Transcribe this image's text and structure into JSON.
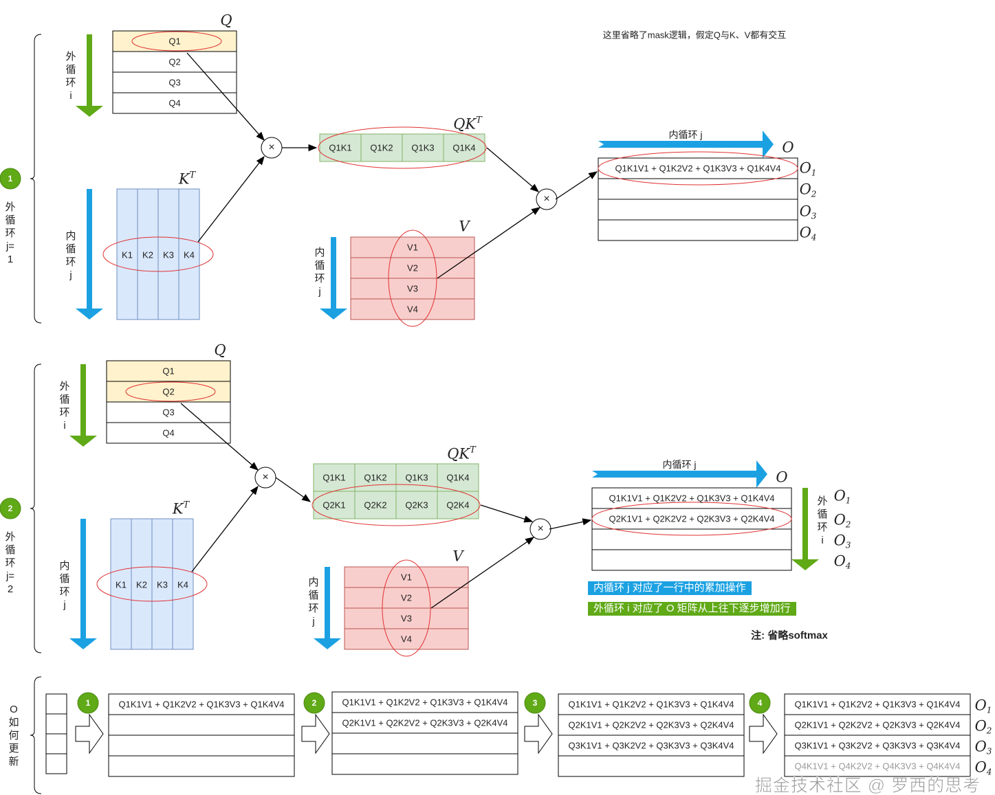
{
  "note_top": "这里省略了mask逻辑，假定Q与K、V都有交互",
  "times": "×",
  "colors": {
    "q_highlight": "#fff2cc",
    "k_fill": "#dae8fc",
    "qk_fill": "#d5e8d4",
    "v_fill": "#f8cecc",
    "badge": "#60a917",
    "blue_arrow": "#1ba1e2",
    "green_arrow": "#60a917",
    "ellipse": "#e03030"
  },
  "panels": [
    {
      "badge": "1",
      "outer_label": "外循环j=1",
      "outer_i": "外循环i",
      "inner_j": "内循环j",
      "q": {
        "label": "Q",
        "rows": [
          "Q1",
          "Q2",
          "Q3",
          "Q4"
        ]
      },
      "kt": {
        "label": "K",
        "sup": "T",
        "cols": [
          "K1",
          "K2",
          "K3",
          "K4"
        ]
      },
      "qkt": {
        "label": "QK",
        "sup": "T",
        "rows": [
          [
            "Q1K1",
            "Q1K2",
            "Q1K3",
            "Q1K4"
          ]
        ]
      },
      "v": {
        "label": "V",
        "rows": [
          "V1",
          "V2",
          "V3",
          "V4"
        ]
      },
      "o": {
        "label": "O",
        "arrow_label": "内循环 j",
        "rows": [
          "Q1K1V1 + Q1K2V2 + Q1K3V3 + Q1K4V4",
          "",
          "",
          ""
        ],
        "row_labels": [
          "1",
          "2",
          "3",
          "4"
        ]
      }
    },
    {
      "badge": "2",
      "outer_label": "外循环j=2",
      "outer_i": "外循环i",
      "inner_j": "内循环j",
      "o_outer_i": "外循环i",
      "q": {
        "label": "Q",
        "rows": [
          "Q1",
          "Q2",
          "Q3",
          "Q4"
        ]
      },
      "kt": {
        "label": "K",
        "sup": "T",
        "cols": [
          "K1",
          "K2",
          "K3",
          "K4"
        ]
      },
      "qkt": {
        "label": "QK",
        "sup": "T",
        "rows": [
          [
            "Q1K1",
            "Q1K2",
            "Q1K3",
            "Q1K4"
          ],
          [
            "Q2K1",
            "Q2K2",
            "Q2K3",
            "Q2K4"
          ]
        ]
      },
      "v": {
        "label": "V",
        "rows": [
          "V1",
          "V2",
          "V3",
          "V4"
        ]
      },
      "o": {
        "label": "O",
        "arrow_label": "内循环 j",
        "rows": [
          "Q1K1V1 + Q1K2V2 + Q1K3V3 + Q1K4V4",
          "Q2K1V1 + Q2K2V2 + Q2K3V3 + Q2K4V4",
          "",
          ""
        ],
        "row_labels": [
          "1",
          "2",
          "3",
          "4"
        ]
      }
    }
  ],
  "legend": {
    "inner": "内循环 j 对应了一行中的累加操作",
    "outer": "外循环 i 对应了 O 矩阵从上往下逐步增加行",
    "note": "注: 省略softmax"
  },
  "update": {
    "label": "O如何更新",
    "steps": [
      {
        "badge": "1",
        "rows": [
          "Q1K1V1 + Q1K2V2 + Q1K3V3 + Q1K4V4",
          "",
          "",
          ""
        ]
      },
      {
        "badge": "2",
        "rows": [
          "Q1K1V1 + Q1K2V2 + Q1K3V3 + Q1K4V4",
          "Q2K1V1 + Q2K2V2 + Q2K3V3 + Q2K4V4",
          "",
          ""
        ]
      },
      {
        "badge": "3",
        "rows": [
          "Q1K1V1 + Q1K2V2 + Q1K3V3 + Q1K4V4",
          "Q2K1V1 + Q2K2V2 + Q2K3V3 + Q2K4V4",
          "Q3K1V1 + Q3K2V2 + Q3K3V3 + Q3K4V4",
          ""
        ]
      },
      {
        "badge": "4",
        "rows": [
          "Q1K1V1 + Q1K2V2 + Q1K3V3 + Q1K4V4",
          "Q2K1V1 + Q2K2V2 + Q2K3V3 + Q2K4V4",
          "Q3K1V1 + Q3K2V2 + Q3K3V3 + Q3K4V4",
          "Q4K1V1 + Q4K2V2 + Q4K3V3 + Q4K4V4"
        ]
      }
    ],
    "o_label": "O",
    "row_labels": [
      "1",
      "2",
      "3",
      "4"
    ]
  },
  "watermark": "掘金技术社区 @ 罗西的思考"
}
